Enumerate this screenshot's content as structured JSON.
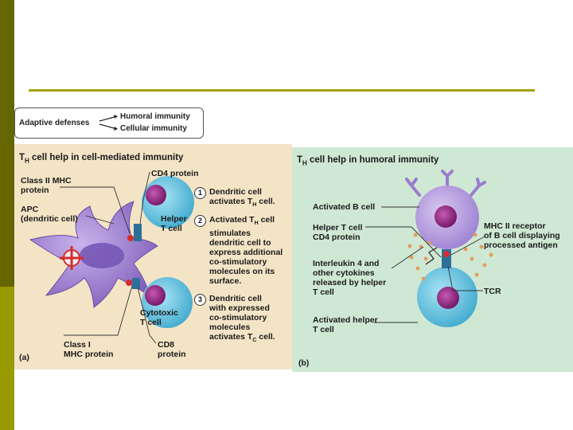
{
  "legend": {
    "main": "Adaptive defenses",
    "humoral": "Humoral immunity",
    "cellular": "Cellular immunity"
  },
  "panel_a": {
    "title": "T",
    "title_sub": "H",
    "title_rest": " cell help in cell-mediated immunity",
    "class2_line1": "Class II MHC",
    "class2_line2": "protein",
    "apc_line1": "APC",
    "apc_line2": "(dendritic cell)",
    "cd4": "CD4 protein",
    "helper_line1": "Helper",
    "helper_line2": "T cell",
    "cytotoxic_line1": "Cytotoxic",
    "cytotoxic_line2": "T cell",
    "class1_line1": "Class I",
    "class1_line2": "MHC protein",
    "cd8_line1": "CD8",
    "cd8_line2": "protein",
    "step1_num": "1",
    "step1_line1": "Dendritic cell",
    "step1_line2": "activates T",
    "step1_sub": "H",
    "step1_end": " cell.",
    "step2_num": "2",
    "step2_line1a": "Activated T",
    "step2_line1_sub": "H",
    "step2_line1b": " cell",
    "step2_line2": "stimulates",
    "step2_line3": "dendritic cell to",
    "step2_line4": "express additional",
    "step2_line5": "co-stimulatory",
    "step2_line6": "molecules on its",
    "step2_line7": "surface.",
    "step3_num": "3",
    "step3_line1": "Dendritic cell",
    "step3_line2": "with expressed",
    "step3_line3": "co-stimulatory",
    "step3_line4": "molecules",
    "step3_line5": "activates T",
    "step3_sub": "C",
    "step3_end": " cell.",
    "caption": "(a)"
  },
  "panel_b": {
    "title": "T",
    "title_sub": "H",
    "title_rest": " cell help in humoral immunity",
    "activated_b": "Activated B cell",
    "helper_line1": "Helper T cell",
    "helper_line2": "CD4 protein",
    "il4_line1": "Interleukin 4 and",
    "il4_line2": "other cytokines",
    "il4_line3": "released by helper",
    "il4_line4": "T cell",
    "activated_helper_line1": "Activated helper",
    "activated_helper_line2": "T cell",
    "mhc_line1": "MHC II receptor",
    "mhc_line2": "of B cell displaying",
    "mhc_line3": "processed antigen",
    "tcr": "TCR",
    "caption": "(b)"
  },
  "colors": {
    "sidebar_dark": "#666600",
    "sidebar_light": "#999900",
    "rule": "#a3a300",
    "panel_a_bg": "#f4e4c6",
    "panel_b_bg": "#cfe8d3",
    "cell_purple": "#9c7cc8",
    "t_cell_blue": "#4fb7d8",
    "nucleus": "#8b1a78"
  }
}
